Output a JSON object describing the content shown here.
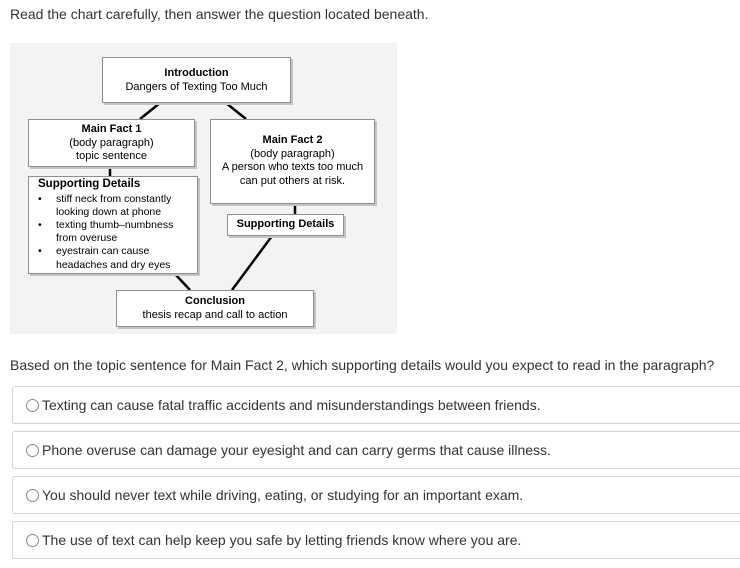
{
  "instruction": "Read the chart carefully, then answer the question located beneath.",
  "diagram": {
    "introduction": {
      "title": "Introduction",
      "subtitle": "Dangers of Texting Too Much"
    },
    "main_fact_1": {
      "title": "Main Fact 1",
      "line1": "(body paragraph)",
      "line2": "topic sentence"
    },
    "main_fact_2": {
      "title": "Main Fact 2",
      "line1": "(body paragraph)",
      "line2": "A person who texts too much",
      "line3": "can put others at risk."
    },
    "supporting_details_1": {
      "title": "Supporting Details",
      "items": [
        "stiff neck from constantly looking down at phone",
        "texting thumb–numbness from overuse",
        "eyestrain can cause headaches and dry eyes"
      ]
    },
    "supporting_details_2": {
      "title": "Supporting Details"
    },
    "conclusion": {
      "title": "Conclusion",
      "subtitle": "thesis recap and call to action"
    }
  },
  "question": "Based on the topic sentence for Main Fact 2, which supporting details would you expect to read in the paragraph?",
  "options": [
    "Texting can cause fatal traffic accidents and misunderstandings between friends.",
    "Phone overuse can damage your eyesight and can carry germs that cause illness.",
    "You should never text while driving, eating, or studying for an important exam.",
    "The use of text can help keep you safe by letting friends know where you are."
  ]
}
